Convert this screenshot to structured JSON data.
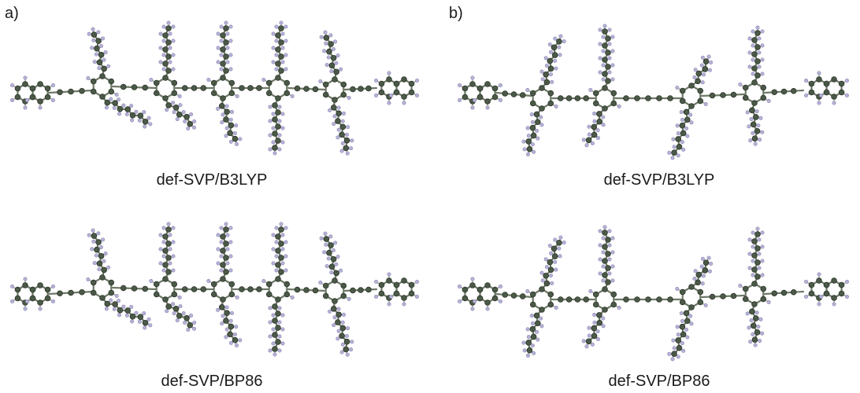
{
  "panels": {
    "a": {
      "label": "a)",
      "top_caption": "def-SVP/B3LYP",
      "bottom_caption": "def-SVP/BP86"
    },
    "b": {
      "label": "b)",
      "top_caption": "def-SVP/B3LYP",
      "bottom_caption": "def-SVP/BP86"
    }
  },
  "colors": {
    "carbon": "#4b5a48",
    "hydrogen": "#b7b2d8",
    "bond": "#6f7a68"
  }
}
